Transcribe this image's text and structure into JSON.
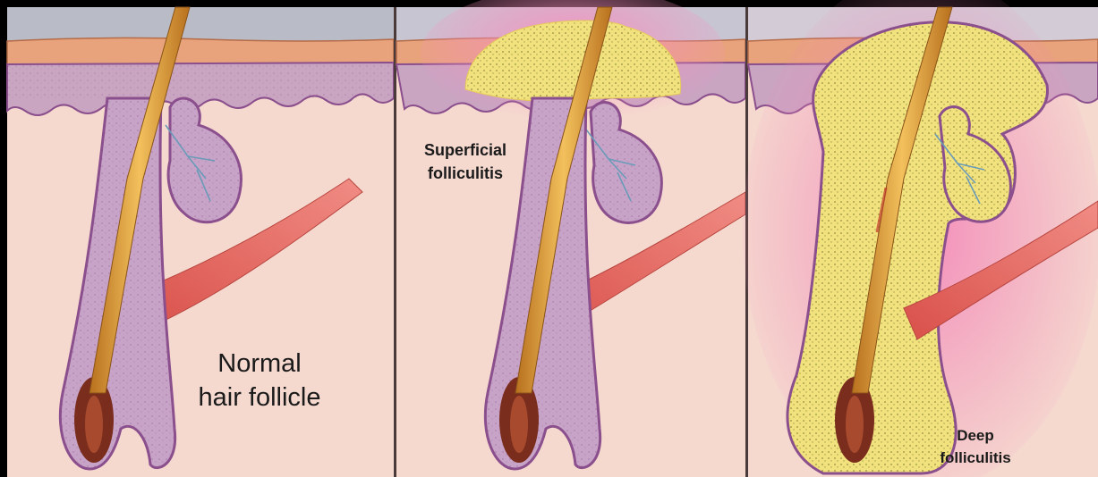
{
  "panels": [
    {
      "id": "normal",
      "label_lines": [
        "Normal",
        "hair follicle"
      ],
      "inflammation": "none"
    },
    {
      "id": "superficial",
      "label_lines": [
        "Superficial",
        "folliculitis"
      ],
      "inflammation": "superficial"
    },
    {
      "id": "deep",
      "label_lines": [
        "Deep",
        "folliculitis"
      ],
      "inflammation": "deep"
    }
  ],
  "colors": {
    "background": "#000000",
    "sky": "#b9bcc6",
    "skin_surface": "#e8a37c",
    "epidermis": "#c9a5c2",
    "dermis": "#f5d9cf",
    "follicle_wall": "#8a4f8c",
    "follicle_fill": "#c8a3c8",
    "hair": "#d9962f",
    "hair_bulb": "#7a2d1d",
    "muscle": "#e36a5e",
    "pus": "#f2e27d",
    "inflammation": "#f39ac0",
    "divider": "#4a3a3a"
  }
}
